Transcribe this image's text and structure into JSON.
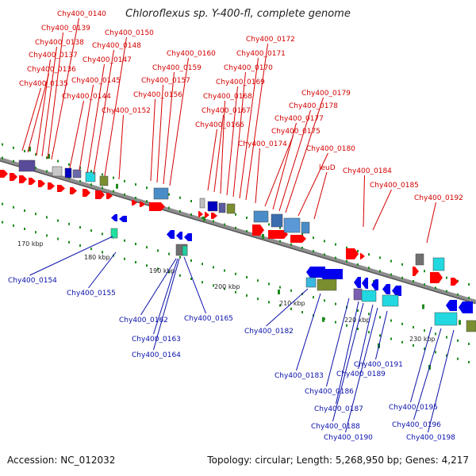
{
  "title": "Chloroflexus sp. Y-400-fl, complete genome",
  "footer": {
    "accession": "Accession: NC_012032",
    "summary": "Topology: circular; Length: 5,268,950 bp; Genes: 4,217"
  },
  "colors": {
    "forward_label": "#d40000",
    "reverse_label": "#0a10a8",
    "forward_gene": "#ff0000",
    "reverse_gene": "#0000ee",
    "backbone": "#8e8e8e",
    "tick": "#1e8c1e"
  },
  "scale_labels": [
    "170 kbp",
    "180 kbp",
    "190 kbp",
    "200 kbp",
    "210 kbp",
    "220 kbp",
    "230 kbp"
  ],
  "forward_genes": [
    "Chy400_0135",
    "Chy400_0136",
    "Chy400_0137",
    "Chy400_0138",
    "Chy400_0139",
    "Chy400_0140",
    "Chy400_0144",
    "Chy400_0145",
    "Chy400_0147",
    "Chy400_0148",
    "Chy400_0150",
    "Chy400_0152",
    "Chy400_0156",
    "Chy400_0157",
    "Chy400_0159",
    "Chy400_0160",
    "Chy400_0166",
    "Chy400_0167",
    "Chy400_0168",
    "Chy400_0169",
    "Chy400_0170",
    "Chy400_0171",
    "Chy400_0172",
    "Chy400_0174",
    "Chy400_0175",
    "Chy400_0177",
    "Chy400_0178",
    "Chy400_0179",
    "Chy400_0180",
    "leuD",
    "Chy400_0184",
    "Chy400_0185",
    "Chy400_0192"
  ],
  "reverse_genes": [
    "Chy400_0154",
    "Chy400_0155",
    "Chy400_0162",
    "Chy400_0163",
    "Chy400_0164",
    "Chy400_0165",
    "Chy400_0182",
    "Chy400_0183",
    "Chy400_0186",
    "Chy400_0187",
    "Chy400_0188",
    "Chy400_0189",
    "Chy400_0190",
    "Chy400_0191",
    "Chy400_0195",
    "Chy400_0196",
    "Chy400_0198"
  ]
}
